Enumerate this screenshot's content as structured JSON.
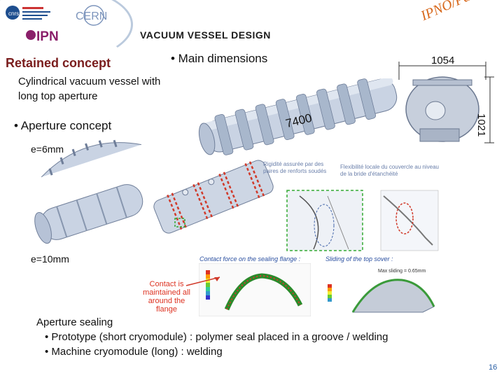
{
  "header": {
    "title": "VACUUM VESSEL DESIGN",
    "logo_cnrs": "cnrs",
    "logo_cern": "CERN",
    "logo_ipn": "IPN",
    "ipno_tag": "IPNO/Patxi"
  },
  "left": {
    "retained_concept": "Retained concept",
    "description": [
      "Cylindrical vacuum vessel with",
      "long top aperture"
    ],
    "aperture_concept": "• Aperture concept",
    "e6": "e=6mm",
    "e10": "e=10mm"
  },
  "dimensions": {
    "main_label": "• Main dimensions",
    "width": "1054",
    "length": "7400",
    "height": "1021"
  },
  "annotations": {
    "rigidity": "Rigidité assurée par des paires de renforts soudés",
    "flexibility": "Flexibilité locale du couvercle au niveau de la bride d'étanchéité",
    "contact_force_title": "Contact force on the sealing flange :",
    "sliding_title": "Sliding of the top sover :",
    "max_sliding": "Max sliding = 0.65mm",
    "contact_maintained": "Contact is maintained all around the flange"
  },
  "sealing": {
    "heading": "Aperture sealing",
    "bullets": [
      "• Prototype (short cryomodule) : polymer seal placed in a groove / welding",
      "• Machine cryomodule (long) : welding"
    ]
  },
  "page_number": "16"
}
